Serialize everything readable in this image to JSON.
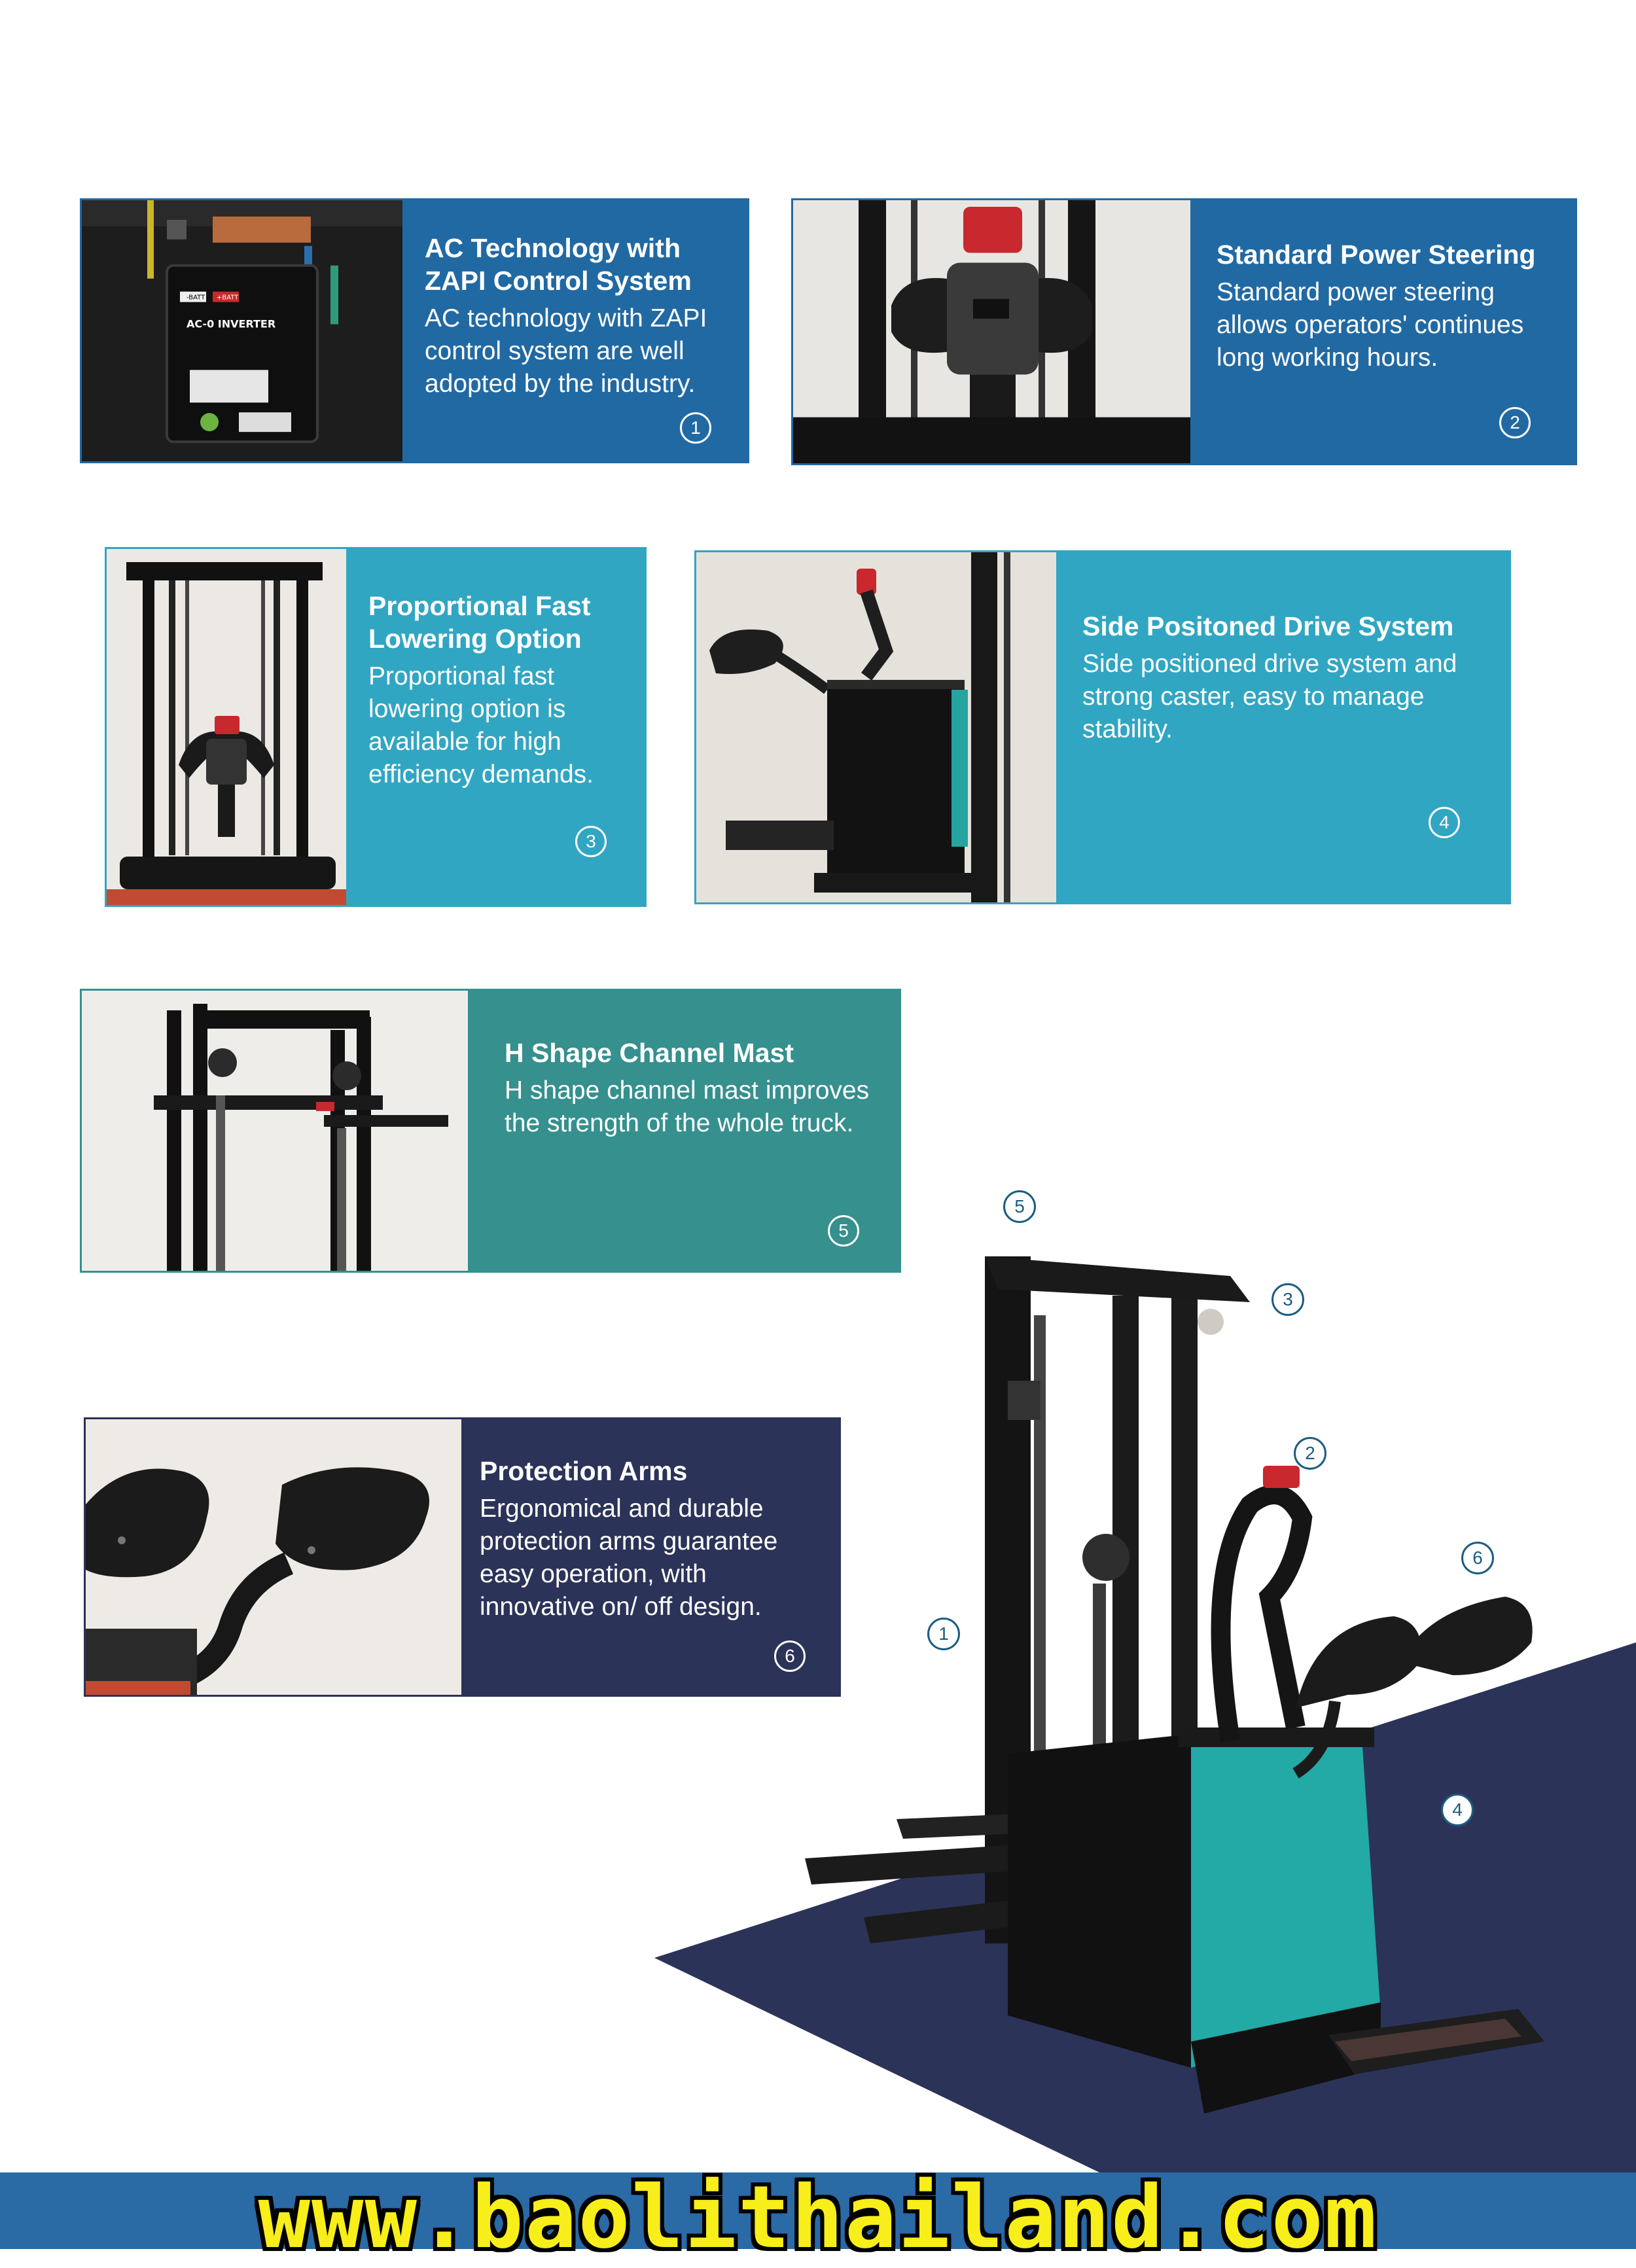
{
  "colors": {
    "card1": "#2169a3",
    "card2": "#2169a3",
    "card3": "#31a6c2",
    "card4": "#31a6c2",
    "card5": "#35908e",
    "card6": "#2c3358",
    "floor_dark": "#2c3358",
    "footer": "#2a6aa5",
    "url": "#f7ee1a"
  },
  "features": [
    {
      "title": "AC Technology with ZAPI Control System",
      "description": "AC technology with ZAPI control system are well adopted by the industry.",
      "number": "1",
      "photo_labels": {
        "inverter": "AC-0 INVERTER",
        "minus": "-BATT",
        "plus": "+BATT"
      }
    },
    {
      "title": "Standard Power Steering",
      "description": "Standard power steering allows operators' continues long working hours.",
      "number": "2"
    },
    {
      "title": "Proportional Fast Lowering Option",
      "description": "Proportional fast lowering option is available for high efficiency demands.",
      "number": "3"
    },
    {
      "title": "Side Positoned Drive System",
      "description": "Side positioned drive system and strong caster, easy to manage stability.",
      "number": "4"
    },
    {
      "title": "H Shape Channel Mast",
      "description": "H shape channel mast improves the strength of the whole truck.",
      "number": "5"
    },
    {
      "title": "Protection Arms",
      "description": "Ergonomical and durable protection arms guarantee easy operation, with innovative on/ off design.",
      "number": "6"
    }
  ],
  "callouts": [
    "5",
    "3",
    "2",
    "6",
    "1",
    "4"
  ],
  "footer": {
    "url": "www.baolithailand.com"
  }
}
